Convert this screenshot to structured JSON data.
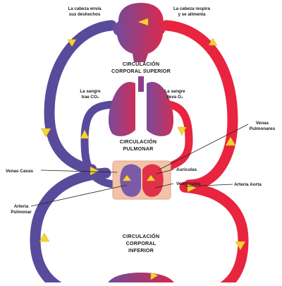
{
  "labels": {
    "head_left": [
      "La cabeza envía",
      "sus deshechos"
    ],
    "head_right": [
      "La cabeza respira",
      "y se alimenta"
    ],
    "upper_section": [
      "CIRCULACIÓN",
      "CORPORAL SUPERIOR"
    ],
    "lungs_left": [
      "La sangre",
      "trae CO₂"
    ],
    "lungs_right": [
      "La sangre",
      "lleva O₂"
    ],
    "pulmonary_section": [
      "CIRCULACIÓN",
      "PULMONAR"
    ],
    "venas_pulmonares": [
      "Venas",
      "Pulmonares"
    ],
    "venas_cavas": "Venas Cavas",
    "auriculas": "Aurículas",
    "ventriculos": "Ventrículos",
    "arteria_aorta": "Arteria Aorta",
    "arteria_pulmonar": [
      "Arteria",
      "Pulmonar"
    ],
    "lower_section": [
      "CIRCULACIÓN",
      "CORPORAL",
      "INFERIOR"
    ]
  },
  "colors": {
    "venous": "#5a4a9c",
    "arterial": "#e8243f",
    "arrows": "#f4d432",
    "heart_box": "#f3c3a8"
  }
}
